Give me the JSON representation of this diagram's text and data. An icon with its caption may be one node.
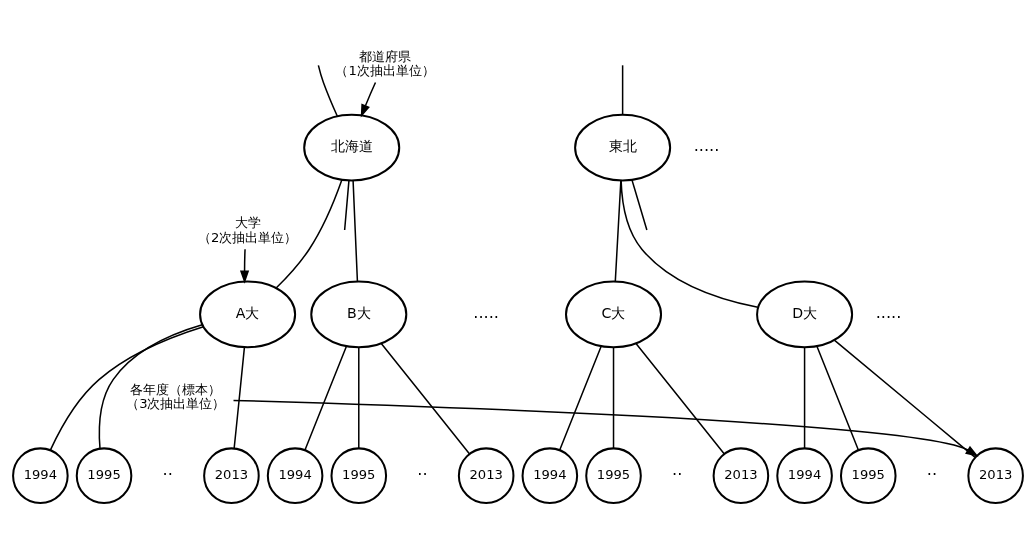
{
  "diagram": {
    "nodes": [
      {
        "text": [
          "都道府県",
          "（1次抽出単位）"
        ]
      },
      {
        "text": [
          "北海道"
        ]
      },
      {
        "text": [
          "東北"
        ]
      },
      {
        "text": [
          "大学",
          "（2次抽出単位）"
        ]
      },
      {
        "text": [
          "A大"
        ]
      },
      {
        "text": [
          "B大"
        ]
      },
      {
        "text": [
          "C大"
        ]
      },
      {
        "text": [
          "D大"
        ]
      },
      {
        "text": [
          "各年度（標本）",
          "（3次抽出単位）"
        ]
      },
      {
        "text": [
          "1994"
        ]
      },
      {
        "text": [
          "1995"
        ]
      },
      {
        "text": [
          "2013"
        ]
      },
      {
        "text": [
          "1994"
        ]
      },
      {
        "text": [
          "1995"
        ]
      },
      {
        "text": [
          "2013"
        ]
      },
      {
        "text": [
          "1994"
        ]
      },
      {
        "text": [
          "1995"
        ]
      },
      {
        "text": [
          "2013"
        ]
      },
      {
        "text": [
          "1994"
        ]
      },
      {
        "text": [
          "1995"
        ]
      },
      {
        "text": [
          "2013"
        ]
      }
    ],
    "edges": [
      {
        "from": null,
        "to": 1,
        "arrow": "none"
      },
      {
        "from": null,
        "to": 2,
        "arrow": "none"
      },
      {
        "from": 0,
        "to": 1,
        "arrow": "to"
      },
      {
        "from": 1,
        "to": 4,
        "arrow": "none"
      },
      {
        "from": 1,
        "to": 5,
        "arrow": "none"
      },
      {
        "from": 1,
        "to": null,
        "arrow": "none"
      },
      {
        "from": 2,
        "to": 6,
        "arrow": "none"
      },
      {
        "from": 2,
        "to": 7,
        "arrow": "none"
      },
      {
        "from": 2,
        "to": null,
        "arrow": "none"
      },
      {
        "from": 3,
        "to": 4,
        "arrow": "to"
      },
      {
        "from": 4,
        "to": 9,
        "arrow": "none"
      },
      {
        "from": 4,
        "to": 10,
        "arrow": "none"
      },
      {
        "from": 4,
        "to": 11,
        "arrow": "none"
      },
      {
        "from": 5,
        "to": 12,
        "arrow": "none"
      },
      {
        "from": 5,
        "to": 13,
        "arrow": "none"
      },
      {
        "from": 5,
        "to": 14,
        "arrow": "none"
      },
      {
        "from": 6,
        "to": 15,
        "arrow": "none"
      },
      {
        "from": 6,
        "to": 16,
        "arrow": "none"
      },
      {
        "from": 6,
        "to": 17,
        "arrow": "none"
      },
      {
        "from": 7,
        "to": 18,
        "arrow": "none"
      },
      {
        "from": 7,
        "to": 19,
        "arrow": "none"
      },
      {
        "from": 7,
        "to": 20,
        "arrow": "none"
      },
      {
        "from": 8,
        "to": 20,
        "arrow": "to"
      }
    ],
    "labels": [
      ".....",
      ".....",
      ".....",
      "··",
      "··",
      "··",
      "··"
    ]
  }
}
